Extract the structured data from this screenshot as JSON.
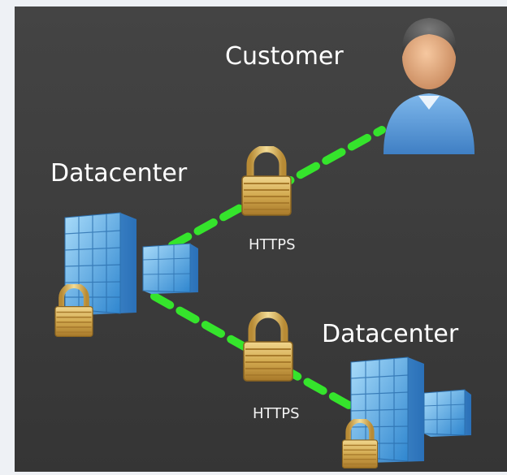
{
  "labels": {
    "customer": "Customer",
    "datacenter_primary": "Datacenter",
    "datacenter_secondary": "Datacenter",
    "https_top": "HTTPS",
    "https_bottom": "HTTPS"
  },
  "colors": {
    "background": "#3c3c3c",
    "link": "#35e42c",
    "lock_gold": "#d9b45a",
    "building_blue": "#58aee6",
    "person_blue": "#5b9bd8"
  },
  "icons": [
    "person-icon",
    "building-icon",
    "padlock-icon"
  ]
}
